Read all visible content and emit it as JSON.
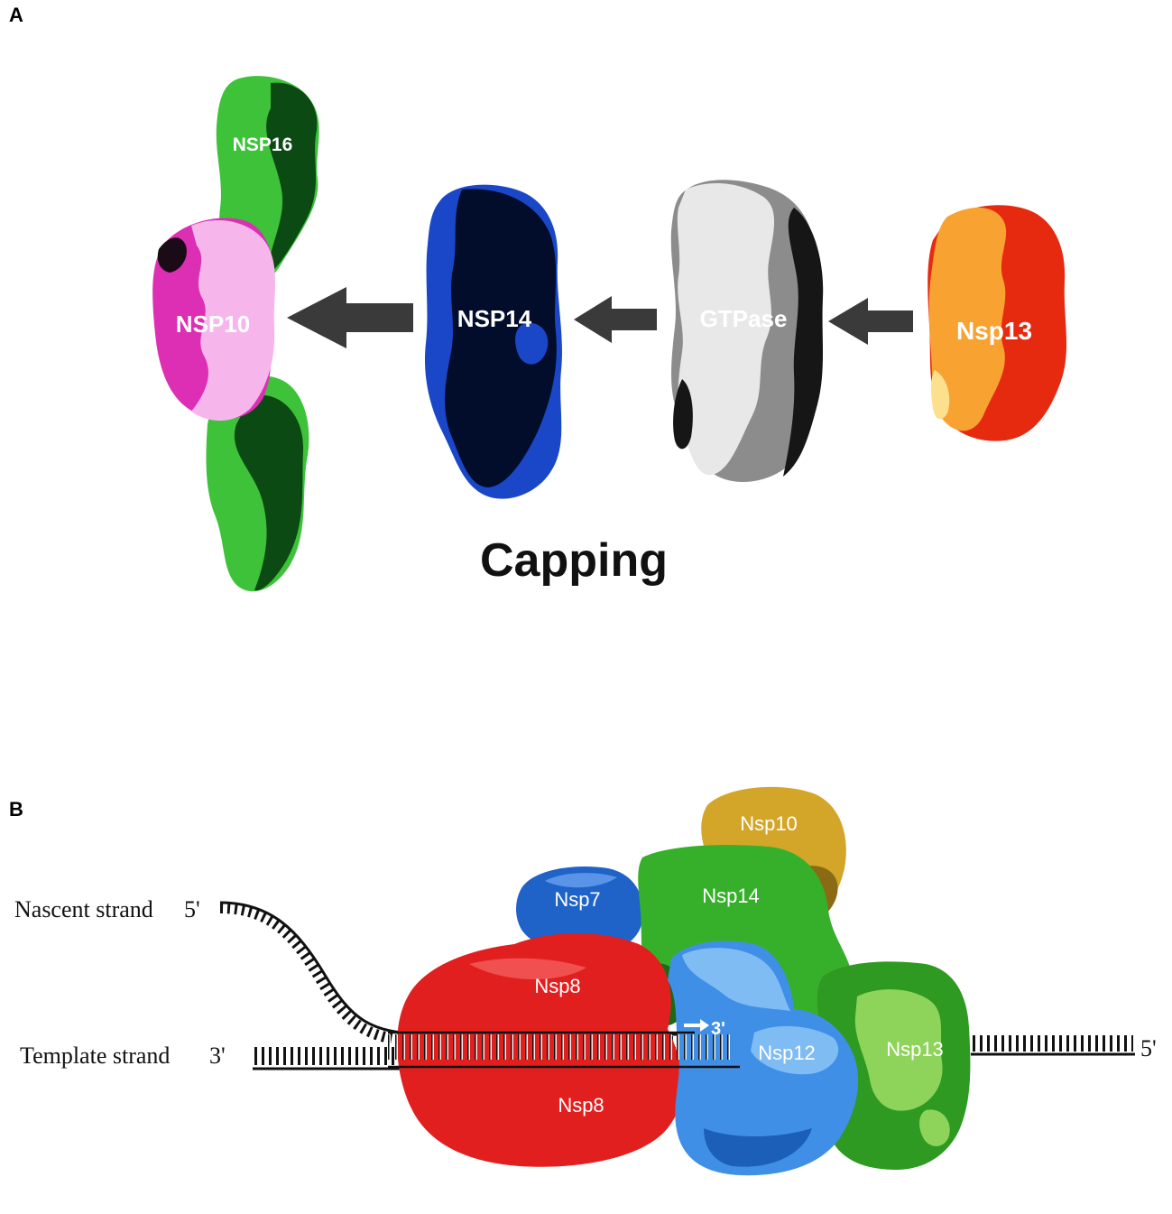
{
  "panel_a": {
    "letter": "A",
    "caption": "Capping",
    "proteins": {
      "nsp16": "NSP16",
      "nsp10": "NSP10",
      "nsp14": "NSP14",
      "gtpase": "GTPase",
      "nsp13": "Nsp13"
    },
    "colors": {
      "nsp16_light": "#3ec23a",
      "nsp16_dark": "#0b4a12",
      "nsp10_light": "#f6b6ec",
      "nsp10_dark": "#dc2fb4",
      "nsp14_light": "#1a47c8",
      "nsp14_dark": "#020c2b",
      "gtpase_light": "#e8e8e8",
      "gtpase_dark": "#8c8c8c",
      "nsp13_light": "#f8a232",
      "nsp13_dark": "#e62a10",
      "arrow": "#3a3a3a"
    }
  },
  "panel_b": {
    "letter": "B",
    "nascent_strand": {
      "label": "Nascent strand",
      "end": "5'"
    },
    "template_strand": {
      "label": "Template strand",
      "end_left": "3'",
      "end_right": "5'"
    },
    "primer_end": "3'",
    "subunits": {
      "nsp10": "Nsp10",
      "nsp7": "Nsp7",
      "nsp14": "Nsp14",
      "nsp8_top": "Nsp8",
      "nsp8_bottom": "Nsp8",
      "nsp12": "Nsp12",
      "nsp13": "Nsp13"
    },
    "colors": {
      "nsp10": "#d3a62a",
      "nsp7": "#1f62c8",
      "nsp14": "#36b02a",
      "nsp8": "#e21f1f",
      "nsp12": "#3f8fe6",
      "nsp13": "#58b52a"
    }
  }
}
